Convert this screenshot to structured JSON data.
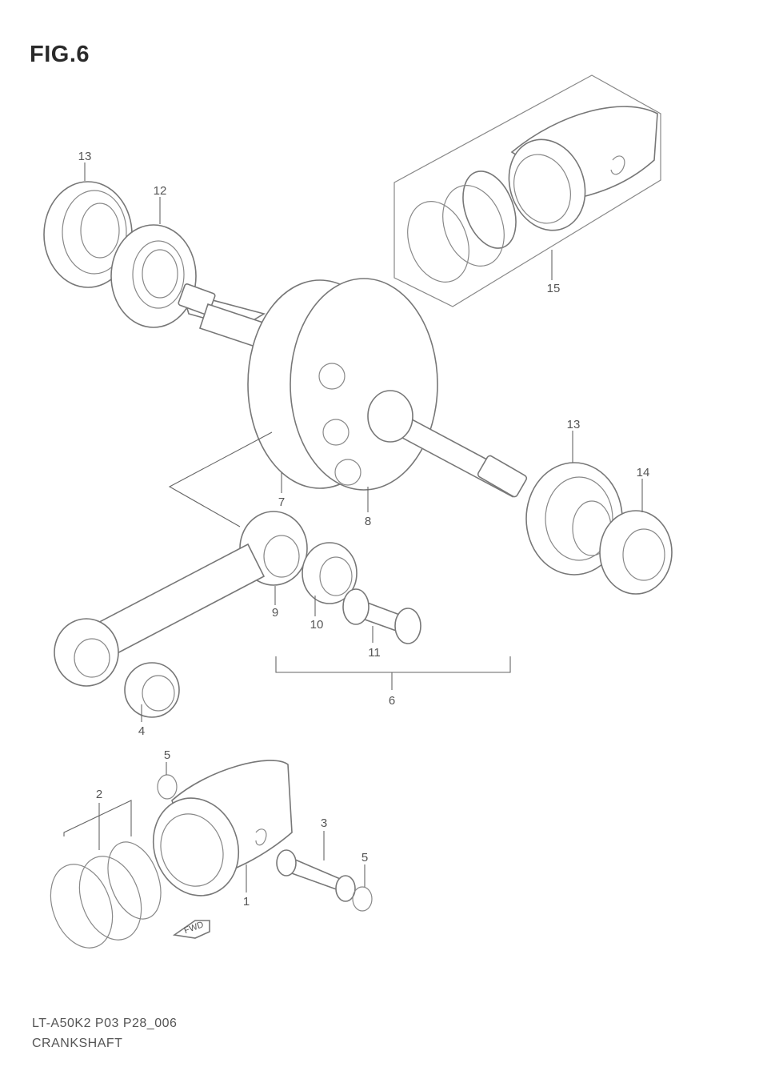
{
  "figure": {
    "title": "FIG.6",
    "code": "LT-A50K2 P03 P28_006",
    "name": "CRANKSHAFT"
  },
  "callouts": [
    "1",
    "2",
    "3",
    "4",
    "5",
    "5",
    "6",
    "7",
    "8",
    "9",
    "10",
    "11",
    "12",
    "13",
    "13",
    "14",
    "15"
  ],
  "fwd_label": "FWD"
}
